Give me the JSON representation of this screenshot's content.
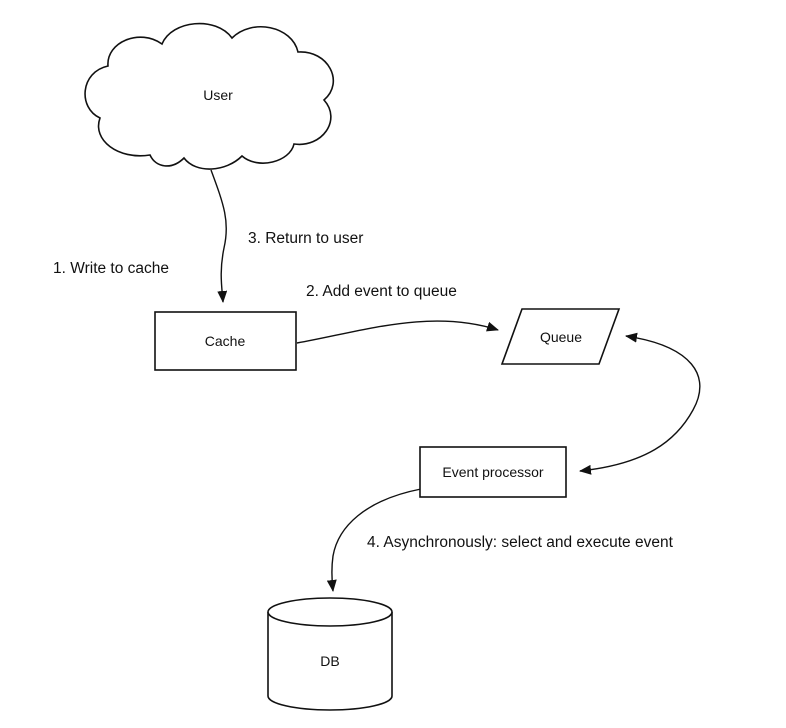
{
  "diagram": {
    "nodes": {
      "user": {
        "label": "User",
        "shape": "cloud"
      },
      "cache": {
        "label": "Cache",
        "shape": "rectangle"
      },
      "queue": {
        "label": "Queue",
        "shape": "parallelogram"
      },
      "event_processor": {
        "label": "Event processor",
        "shape": "rectangle"
      },
      "db": {
        "label": "DB",
        "shape": "cylinder"
      }
    },
    "annotations": {
      "step1": "1. Write to cache",
      "step2": "2. Add event to queue",
      "step3": "3. Return to user",
      "step4": "4. Asynchronously: select and execute event"
    },
    "edges": [
      {
        "from": "user",
        "to": "cache"
      },
      {
        "from": "cache",
        "to": "queue"
      },
      {
        "from": "queue",
        "to": "event_processor"
      },
      {
        "from": "event_processor",
        "to": "db"
      }
    ],
    "colors": {
      "stroke": "#111111",
      "fill": "#ffffff",
      "background": "#ffffff"
    }
  }
}
